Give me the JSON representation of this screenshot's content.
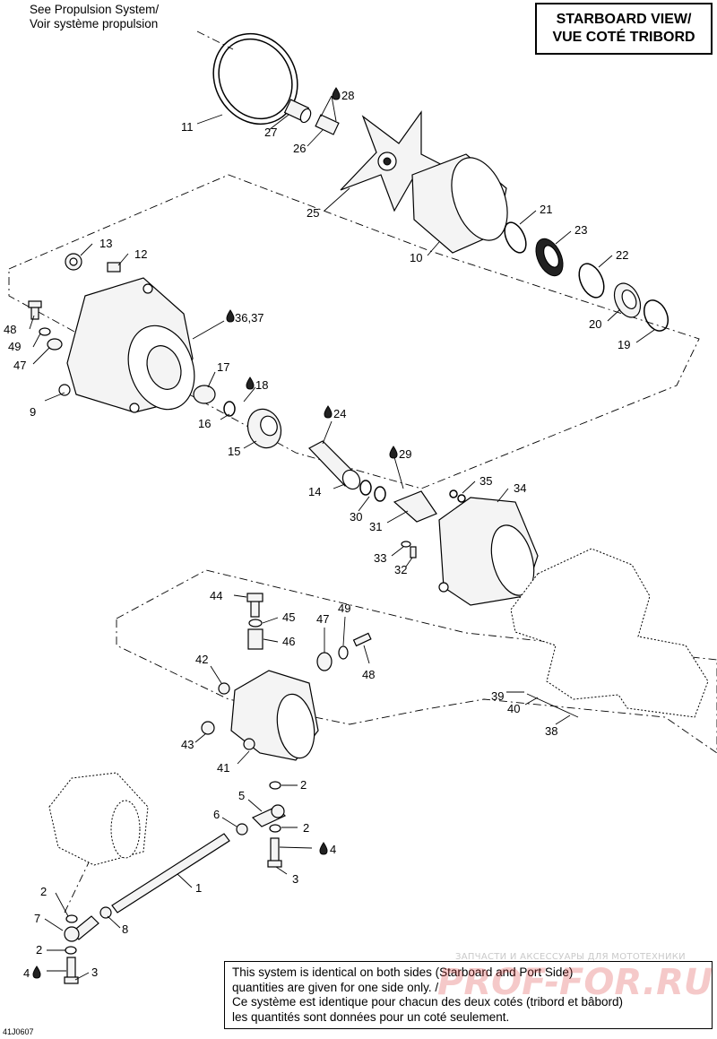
{
  "header": {
    "reference_note_line1": "See Propulsion System/",
    "reference_note_line2": "Voir système propulsion",
    "view_title_line1": "STARBOARD VIEW/",
    "view_title_line2": "VUE COTÉ TRIBORD"
  },
  "callouts": {
    "c1": "1",
    "c2a": "2",
    "c2b": "2",
    "c2c": "2",
    "c2d": "2",
    "c3a": "3",
    "c3b": "3",
    "c4a": "4",
    "c4b": "4",
    "c5": "5",
    "c6": "6",
    "c7": "7",
    "c8": "8",
    "c9": "9",
    "c10": "10",
    "c11": "11",
    "c12": "12",
    "c13": "13",
    "c14": "14",
    "c15": "15",
    "c16": "16",
    "c17": "17",
    "c18": "18",
    "c19": "19",
    "c20": "20",
    "c21": "21",
    "c22": "22",
    "c23": "23",
    "c24": "24",
    "c25": "25",
    "c26": "26",
    "c27": "27",
    "c28": "28",
    "c29": "29",
    "c30": "30",
    "c31": "31",
    "c32": "32",
    "c33": "33",
    "c34": "34",
    "c35": "35",
    "c36_37": "36,37",
    "c38": "38",
    "c39": "39",
    "c40": "40",
    "c41": "41",
    "c42": "42",
    "c43": "43",
    "c44": "44",
    "c45": "45",
    "c46": "46",
    "c47a": "47",
    "c47b": "47",
    "c48a": "48",
    "c48b": "48",
    "c49a": "49",
    "c49b": "49"
  },
  "note": {
    "line1": "This system is identical on both sides (Starboard and Port Side)",
    "line2": "quantities are given for one side only. /",
    "line3": "Ce système est identique pour chacun des deux cotés (tribord et bâbord)",
    "line4": "les quantités sont données pour un coté seulement."
  },
  "image_id": "41J0607",
  "watermark": {
    "small_text": "ЗАПЧАСТИ И АКСЕССУАРЫ ДЛЯ МОТОТЕХНИКИ",
    "large_text": "PROF-FOR.RU"
  },
  "icons": {
    "lubricant_marker": "oil-drop-icon"
  }
}
